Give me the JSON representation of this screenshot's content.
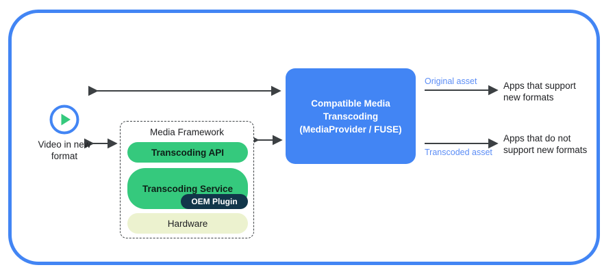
{
  "diagram": {
    "title_present": false,
    "colors": {
      "frame_blue": "#4285f4",
      "box_blue": "#4285f4",
      "green": "#35c97d",
      "pale_green": "#ecf2cf",
      "navy": "#11364a",
      "link_blue": "#5b8df6",
      "text_dark": "#202124",
      "arrow_dark": "#3c4043"
    },
    "source": {
      "icon": "play-circle-icon",
      "caption": "Video in\nnew\nformat"
    },
    "media_framework": {
      "title": "Media Framework",
      "items": [
        {
          "label": "Transcoding API",
          "style": "green"
        },
        {
          "label": "Transcoding Service",
          "style": "green"
        },
        {
          "label": "Hardware",
          "style": "pale-green"
        }
      ],
      "badge": "OEM Plugin"
    },
    "central_box": {
      "label": "Compatible Media\nTranscoding\n(MediaProvider / FUSE)"
    },
    "flows": [
      {
        "label": "Original asset",
        "target": "Apps that support\nnew formats"
      },
      {
        "label": "Transcoded asset",
        "target": "Apps that do not\nsupport new formats"
      }
    ],
    "arrows": [
      {
        "name": "video-to-cmt",
        "type": "double"
      },
      {
        "name": "video-to-framework",
        "type": "double"
      },
      {
        "name": "framework-to-cmt",
        "type": "double"
      },
      {
        "name": "cmt-to-apps-support",
        "type": "single"
      },
      {
        "name": "cmt-to-apps-no-support",
        "type": "single"
      }
    ]
  }
}
